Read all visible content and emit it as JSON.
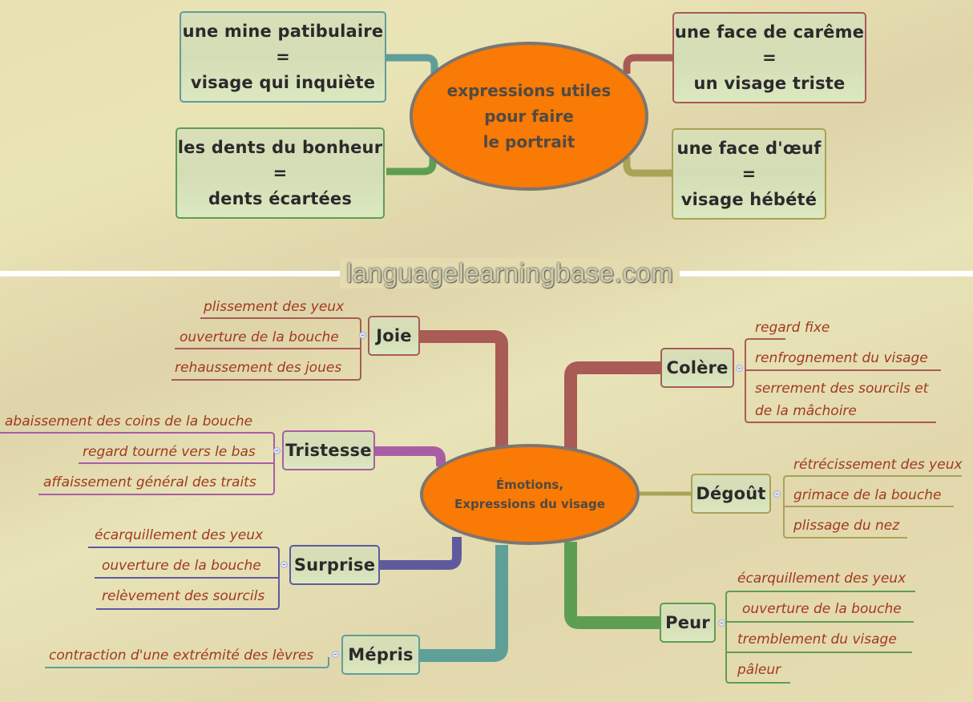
{
  "top_map": {
    "center": {
      "lines": [
        "expressions utiles",
        "pour faire",
        "le portrait"
      ]
    },
    "nodes": [
      {
        "id": "mine-patibulaire",
        "lines": [
          "une mine patibulaire",
          "=",
          "visage qui inquiète"
        ],
        "color": "#5f9e9a"
      },
      {
        "id": "dents-du-bonheur",
        "lines": [
          "les dents du bonheur",
          "=",
          "dents écartées"
        ],
        "color": "#5e9e52"
      },
      {
        "id": "face-de-careme",
        "lines": [
          "une face de carême",
          "=",
          "un visage triste"
        ],
        "color": "#a85a56"
      },
      {
        "id": "face-d-oeuf",
        "lines": [
          "une face d'œuf",
          "=",
          "visage hébété"
        ],
        "color": "#a9a356"
      }
    ]
  },
  "watermark": "languagelearningbase.com",
  "bottom_map": {
    "center": {
      "lines": [
        "Émotions,",
        "Expressions du visage"
      ]
    },
    "branches": [
      {
        "id": "joie",
        "label": "Joie",
        "color": "#a95b55",
        "items": [
          "plissement des yeux",
          "ouverture de la bouche",
          "rehaussement des joues"
        ]
      },
      {
        "id": "tristesse",
        "label": "Tristesse",
        "color": "#a85ea4",
        "items": [
          "abaissement des coins de la bouche",
          "regard tourné vers le bas",
          "affaissement général des traits"
        ]
      },
      {
        "id": "surprise",
        "label": "Surprise",
        "color": "#5f5a9e",
        "items": [
          "écarquillement des yeux",
          "ouverture de la bouche",
          "relèvement des sourcils"
        ]
      },
      {
        "id": "mepris",
        "label": "Mépris",
        "color": "#5e9f98",
        "items": [
          "contraction d'une extrémité des lèvres"
        ]
      },
      {
        "id": "colere",
        "label": "Colère",
        "color": "#a95b55",
        "items": [
          "regard fixe",
          "renfrognement du visage",
          "serrement des sourcils et",
          "de la mâchoire"
        ]
      },
      {
        "id": "degout",
        "label": "Dégoût",
        "color": "#a9a356",
        "items": [
          "rétrécissement des yeux",
          "grimace de la bouche",
          "plissage du nez"
        ]
      },
      {
        "id": "peur",
        "label": "Peur",
        "color": "#5e9e52",
        "items": [
          "écarquillement des yeux",
          "ouverture de la bouche",
          "tremblement du visage",
          "pâleur"
        ]
      }
    ]
  },
  "colors": {
    "center_fill": "#f97a04",
    "center_border": "#7d7670",
    "leaf_text": "#a03a1e",
    "node_text": "#2a2a2a"
  }
}
